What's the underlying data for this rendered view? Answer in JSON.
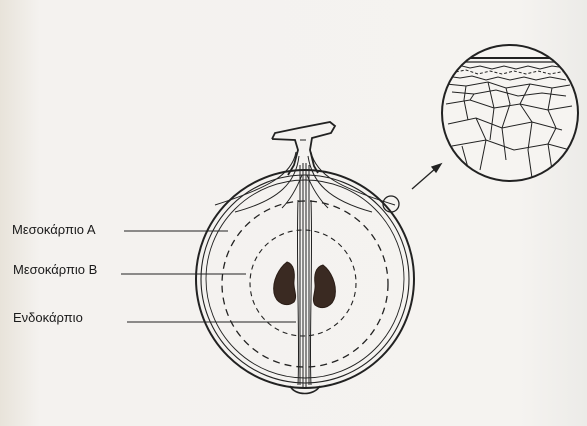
{
  "diagram": {
    "labels": {
      "mesocarp_a": "Μεσοκάρπιο Α",
      "mesocarp_b": "Μεσοκάρπιο Β",
      "endocarp": "Ενδοκάρπιο"
    },
    "colors": {
      "ink": "#222222",
      "seed": "#3a2a22",
      "paper": "#f3f1ee"
    },
    "icons": [
      "arrow-icon",
      "magnifier-circle-icon"
    ]
  }
}
